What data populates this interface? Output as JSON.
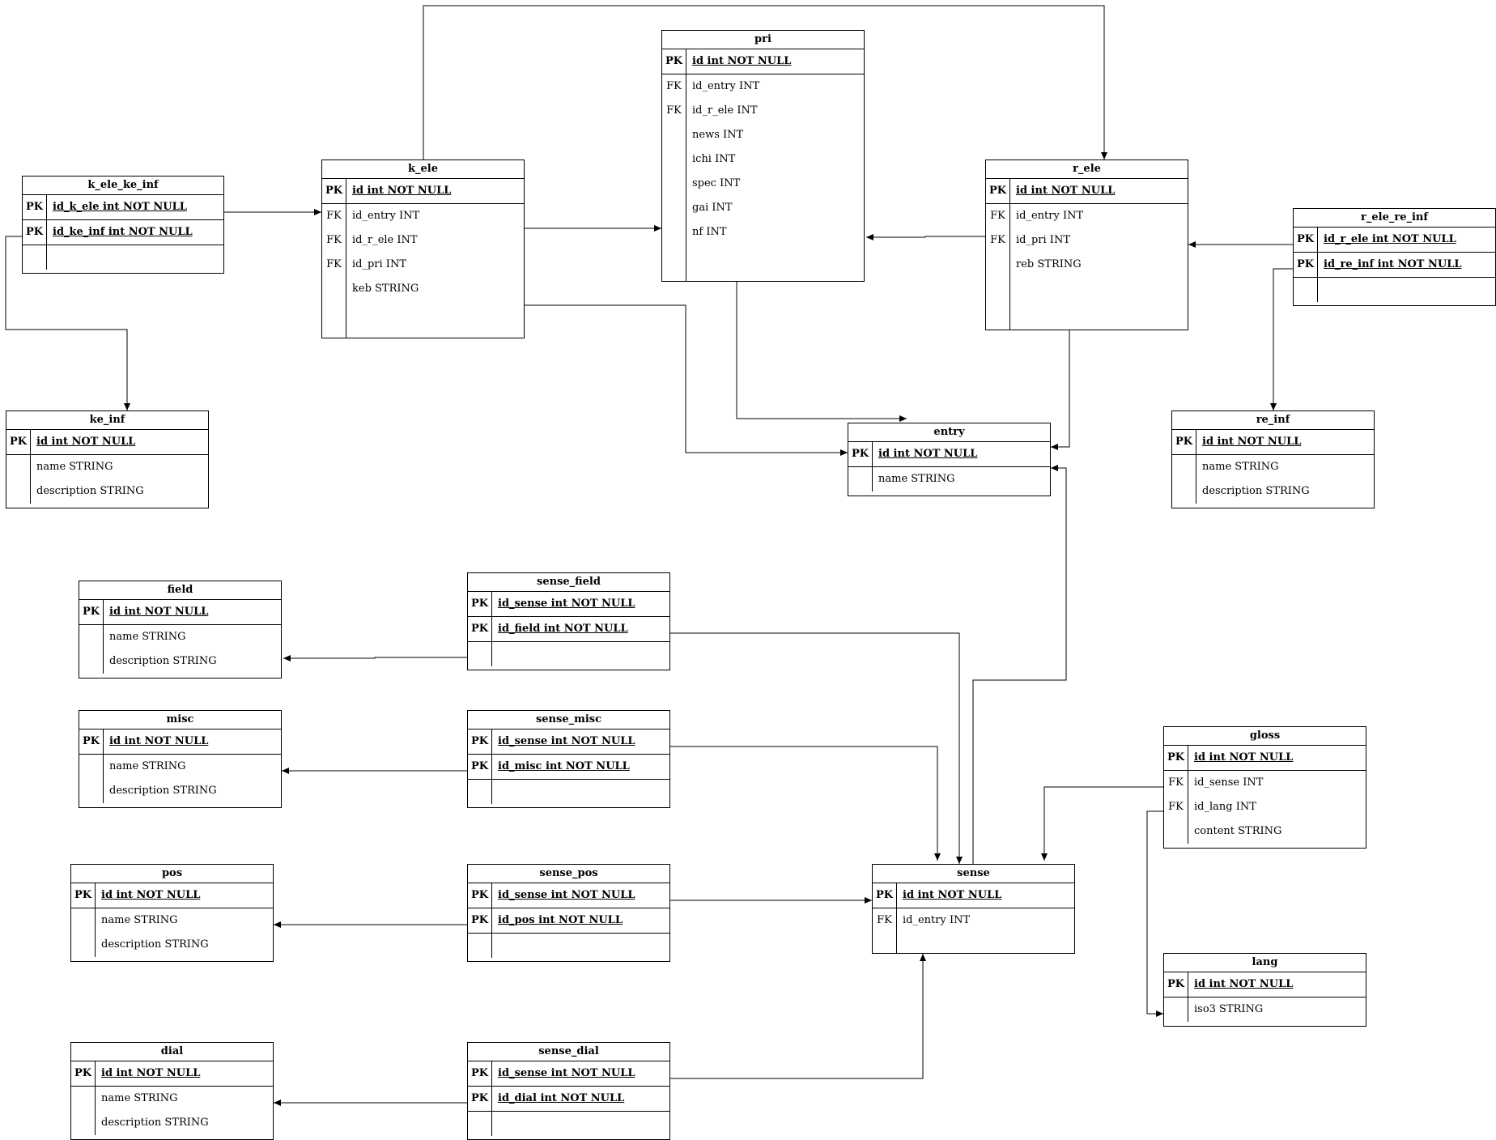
{
  "tables": {
    "k_ele_ke_inf": {
      "title": "k_ele_ke_inf",
      "rows": [
        {
          "key": "PK",
          "name": "id_k_ele int NOT NULL",
          "pk": true
        },
        {
          "key": "PK",
          "name": "id_ke_inf int NOT NULL",
          "pk": true
        },
        {
          "key": "",
          "name": "",
          "pk": false
        }
      ]
    },
    "k_ele": {
      "title": "k_ele",
      "rows": [
        {
          "key": "PK",
          "name": "id int NOT NULL",
          "pk": true
        },
        {
          "key": "FK",
          "name": "id_entry INT",
          "pk": false
        },
        {
          "key": "FK",
          "name": "id_r_ele INT",
          "pk": false
        },
        {
          "key": "FK",
          "name": "id_pri INT",
          "pk": false
        },
        {
          "key": "",
          "name": "keb STRING",
          "pk": false
        }
      ]
    },
    "pri": {
      "title": "pri",
      "rows": [
        {
          "key": "PK",
          "name": "id int NOT NULL",
          "pk": true
        },
        {
          "key": "FK",
          "name": "id_entry INT",
          "pk": false
        },
        {
          "key": "FK",
          "name": "id_r_ele INT",
          "pk": false
        },
        {
          "key": "",
          "name": "news INT",
          "pk": false
        },
        {
          "key": "",
          "name": "ichi INT",
          "pk": false
        },
        {
          "key": "",
          "name": "spec INT",
          "pk": false
        },
        {
          "key": "",
          "name": "gai INT",
          "pk": false
        },
        {
          "key": "",
          "name": "nf INT",
          "pk": false
        }
      ]
    },
    "r_ele": {
      "title": "r_ele",
      "rows": [
        {
          "key": "PK",
          "name": "id int NOT NULL",
          "pk": true
        },
        {
          "key": "FK",
          "name": "id_entry INT",
          "pk": false
        },
        {
          "key": "FK",
          "name": "id_pri INT",
          "pk": false
        },
        {
          "key": "",
          "name": "reb STRING",
          "pk": false
        }
      ]
    },
    "r_ele_re_inf": {
      "title": "r_ele_re_inf",
      "rows": [
        {
          "key": "PK",
          "name": "id_r_ele int NOT NULL",
          "pk": true
        },
        {
          "key": "PK",
          "name": "id_re_inf int NOT NULL",
          "pk": true
        },
        {
          "key": "",
          "name": "",
          "pk": false
        }
      ]
    },
    "ke_inf": {
      "title": "ke_inf",
      "rows": [
        {
          "key": "PK",
          "name": "id int NOT NULL",
          "pk": true
        },
        {
          "key": "",
          "name": "name STRING",
          "pk": false
        },
        {
          "key": "",
          "name": "description STRING",
          "pk": false
        }
      ]
    },
    "entry": {
      "title": "entry",
      "rows": [
        {
          "key": "PK",
          "name": "id int NOT NULL",
          "pk": true
        },
        {
          "key": "",
          "name": "name STRING",
          "pk": false
        }
      ]
    },
    "re_inf": {
      "title": "re_inf",
      "rows": [
        {
          "key": "PK",
          "name": "id int NOT NULL",
          "pk": true
        },
        {
          "key": "",
          "name": "name STRING",
          "pk": false
        },
        {
          "key": "",
          "name": "description STRING",
          "pk": false
        }
      ]
    },
    "field": {
      "title": "field",
      "rows": [
        {
          "key": "PK",
          "name": "id int NOT NULL",
          "pk": true
        },
        {
          "key": "",
          "name": "name STRING",
          "pk": false
        },
        {
          "key": "",
          "name": "description STRING",
          "pk": false
        }
      ]
    },
    "sense_field": {
      "title": "sense_field",
      "rows": [
        {
          "key": "PK",
          "name": "id_sense int NOT NULL",
          "pk": true
        },
        {
          "key": "PK",
          "name": "id_field int NOT NULL",
          "pk": true
        },
        {
          "key": "",
          "name": "",
          "pk": false
        }
      ]
    },
    "misc": {
      "title": "misc",
      "rows": [
        {
          "key": "PK",
          "name": "id int NOT NULL",
          "pk": true
        },
        {
          "key": "",
          "name": "name STRING",
          "pk": false
        },
        {
          "key": "",
          "name": "description STRING",
          "pk": false
        }
      ]
    },
    "sense_misc": {
      "title": "sense_misc",
      "rows": [
        {
          "key": "PK",
          "name": "id_sense int NOT NULL",
          "pk": true
        },
        {
          "key": "PK",
          "name": "id_misc int NOT NULL",
          "pk": true
        },
        {
          "key": "",
          "name": "",
          "pk": false
        }
      ]
    },
    "gloss": {
      "title": "gloss",
      "rows": [
        {
          "key": "PK",
          "name": "id int NOT NULL",
          "pk": true
        },
        {
          "key": "FK",
          "name": "id_sense INT",
          "pk": false
        },
        {
          "key": "FK",
          "name": "id_lang INT",
          "pk": false
        },
        {
          "key": "",
          "name": "content STRING",
          "pk": false
        }
      ]
    },
    "pos": {
      "title": "pos",
      "rows": [
        {
          "key": "PK",
          "name": "id int NOT NULL",
          "pk": true
        },
        {
          "key": "",
          "name": "name STRING",
          "pk": false
        },
        {
          "key": "",
          "name": "description STRING",
          "pk": false
        }
      ]
    },
    "sense_pos": {
      "title": "sense_pos",
      "rows": [
        {
          "key": "PK",
          "name": "id_sense int NOT NULL",
          "pk": true
        },
        {
          "key": "PK",
          "name": "id_pos int NOT NULL",
          "pk": true
        },
        {
          "key": "",
          "name": "",
          "pk": false
        }
      ]
    },
    "sense": {
      "title": "sense",
      "rows": [
        {
          "key": "PK",
          "name": "id int NOT NULL",
          "pk": true
        },
        {
          "key": "FK",
          "name": "id_entry INT",
          "pk": false
        }
      ]
    },
    "lang": {
      "title": "lang",
      "rows": [
        {
          "key": "PK",
          "name": "id int NOT NULL",
          "pk": true
        },
        {
          "key": "",
          "name": "iso3 STRING",
          "pk": false
        }
      ]
    },
    "dial": {
      "title": "dial",
      "rows": [
        {
          "key": "PK",
          "name": "id int NOT NULL",
          "pk": true
        },
        {
          "key": "",
          "name": "name STRING",
          "pk": false
        },
        {
          "key": "",
          "name": "description STRING",
          "pk": false
        }
      ]
    },
    "sense_dial": {
      "title": "sense_dial",
      "rows": [
        {
          "key": "PK",
          "name": "id_sense int NOT NULL",
          "pk": true
        },
        {
          "key": "PK",
          "name": "id_dial int NOT NULL",
          "pk": true
        },
        {
          "key": "",
          "name": "",
          "pk": false
        }
      ]
    }
  }
}
